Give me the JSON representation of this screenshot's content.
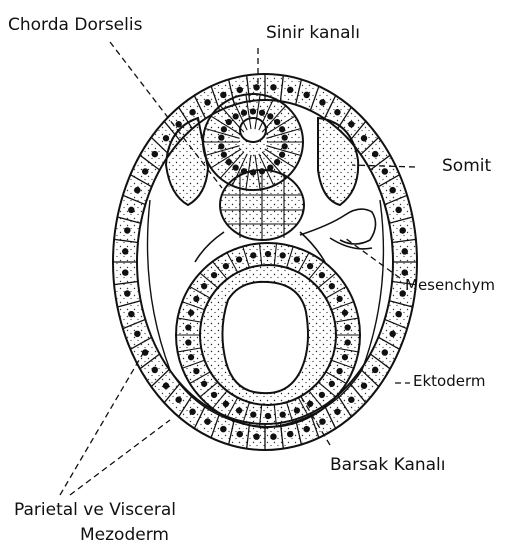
{
  "labels": {
    "chorda": "Chorda Dorselis",
    "sinir": "Sinir kanalı",
    "somit": "Somit",
    "mesenchym": "Mesenchym",
    "ektoderm": "Ektoderm",
    "barsak": "Barsak Kanalı",
    "mezoderm_line1": "Parietal ve Visceral",
    "mezoderm_line2": "Mezoderm"
  },
  "colors": {
    "ink": "#111111",
    "background": "#ffffff"
  }
}
